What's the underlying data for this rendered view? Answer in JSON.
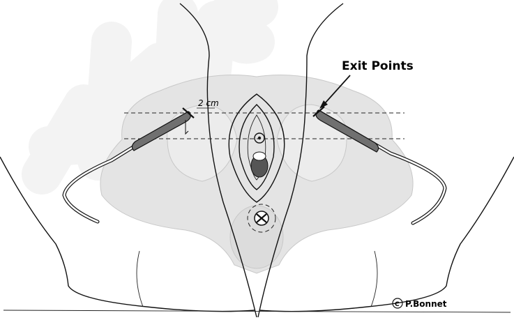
{
  "labels": {
    "exit_points": "Exit Points",
    "distance": "2 cm",
    "copyright_symbol": "C",
    "copyright_name": "P.Bonnet"
  },
  "watermark": {
    "text": "akus",
    "color": "#f3f3f3"
  },
  "colors": {
    "line": "#111111",
    "bone": "#e4e4e4",
    "tube": "#707070"
  }
}
